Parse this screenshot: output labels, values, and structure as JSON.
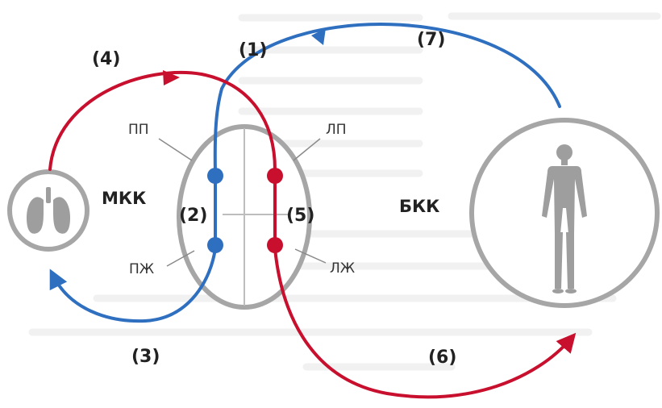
{
  "colors": {
    "arterial": "#c8102e",
    "venous": "#2f6fc0",
    "outline": "#a6a6a6",
    "silhouette": "#9e9e9e",
    "text": "#222222"
  },
  "icons": [
    "lungs-icon",
    "human-silhouette-icon",
    "heart-outline"
  ],
  "labels": {
    "mkk": "МКК",
    "bkk": "БКК",
    "chambers": {
      "pp": "ПП",
      "lp": "ЛП",
      "pzh": "ПЖ",
      "lzh": "ЛЖ"
    },
    "steps": {
      "s1": "(1)",
      "s2": "(2)",
      "s3": "(3)",
      "s4": "(4)",
      "s5": "(5)",
      "s6": "(6)",
      "s7": "(7)"
    }
  }
}
